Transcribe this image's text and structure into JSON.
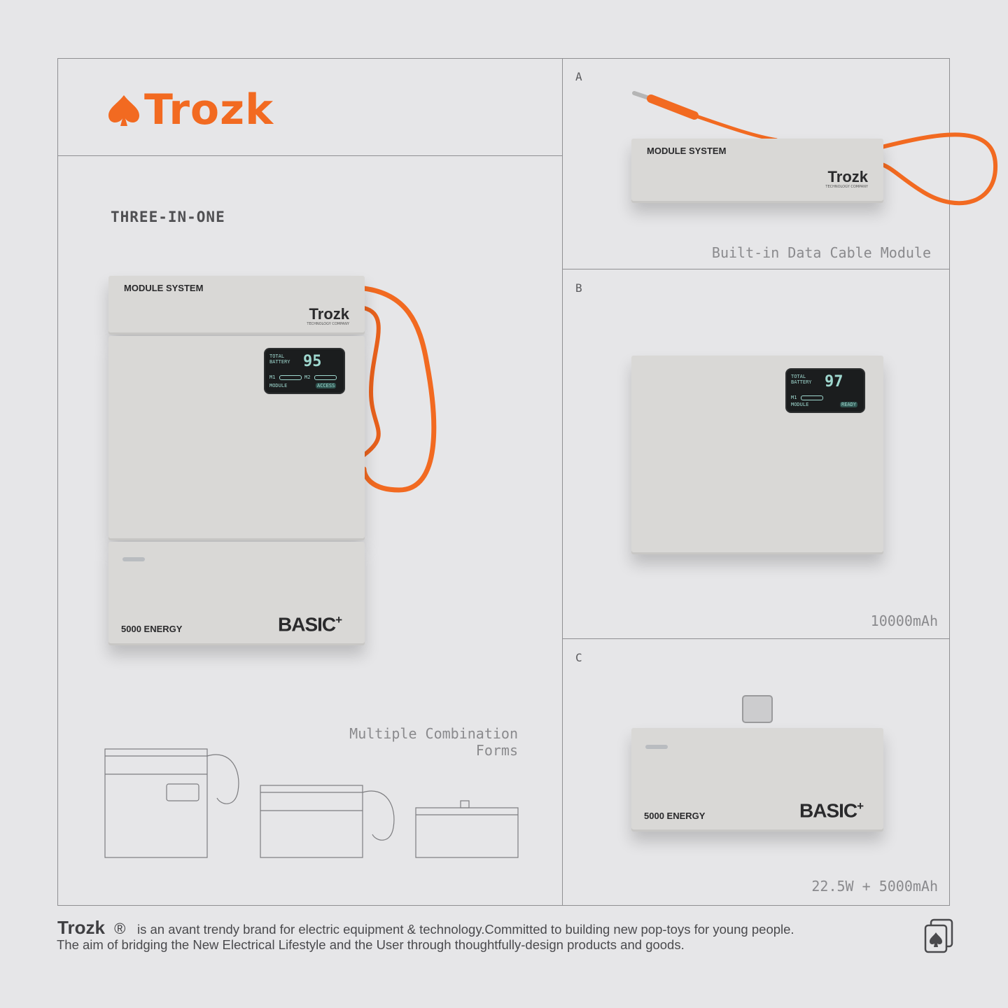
{
  "brand": {
    "name": "Trozk",
    "accent": "#f26a21"
  },
  "heading": "THREE-IN-ONE",
  "main_device": {
    "top_label": "MODULE SYSTEM",
    "top_brand": "Trozk",
    "top_brand_sub": "TECHNOLOGY COMPANY",
    "screen": {
      "total": "TOTAL",
      "battery": "BATTERY",
      "percent": "95",
      "m1": "M1",
      "m2": "M2",
      "module": "MODULE",
      "status": "ACCESS"
    },
    "energy": "5000 ENERGY",
    "model": "BASIC",
    "model_plus": "+"
  },
  "combination_caption": "Multiple Combination Forms",
  "panels": [
    {
      "letter": "A",
      "caption": "Built-in Data Cable Module",
      "label": "MODULE SYSTEM",
      "brand": "Trozk",
      "brand_sub": "TECHNOLOGY COMPANY"
    },
    {
      "letter": "B",
      "caption": "10000mAh",
      "screen": {
        "total": "TOTAL",
        "battery": "BATTERY",
        "percent": "97",
        "m1": "M1",
        "module": "MODULE",
        "status": "READY"
      }
    },
    {
      "letter": "C",
      "caption": "22.5W + 5000mAh",
      "energy": "5000 ENERGY",
      "model": "BASIC",
      "model_plus": "+"
    }
  ],
  "footer": {
    "brand": "Trozk",
    "registered": "®",
    "line1": "is an avant trendy brand for electric equipment & technology.Committed to building new pop-toys for young people.",
    "line2": "The aim of bridging the New Electrical Lifestyle and the User through thoughtfully-design products and goods."
  },
  "icons": [
    "spade-logo-icon",
    "card-stack-icon"
  ]
}
